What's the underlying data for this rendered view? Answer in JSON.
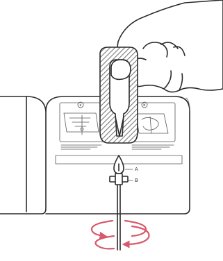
{
  "labels": {
    "point_a": "A",
    "point_b": "B",
    "circle_left": "a",
    "circle_right": "b"
  },
  "colors": {
    "ink": "#2a2a2a",
    "rotation_arrows": "#d9596a",
    "hatch": "#7a7a7a"
  },
  "icons": {
    "hand": "hand-icon",
    "holder": "cartridge-holder-icon",
    "rotation": "rotate-arrows-icon"
  }
}
